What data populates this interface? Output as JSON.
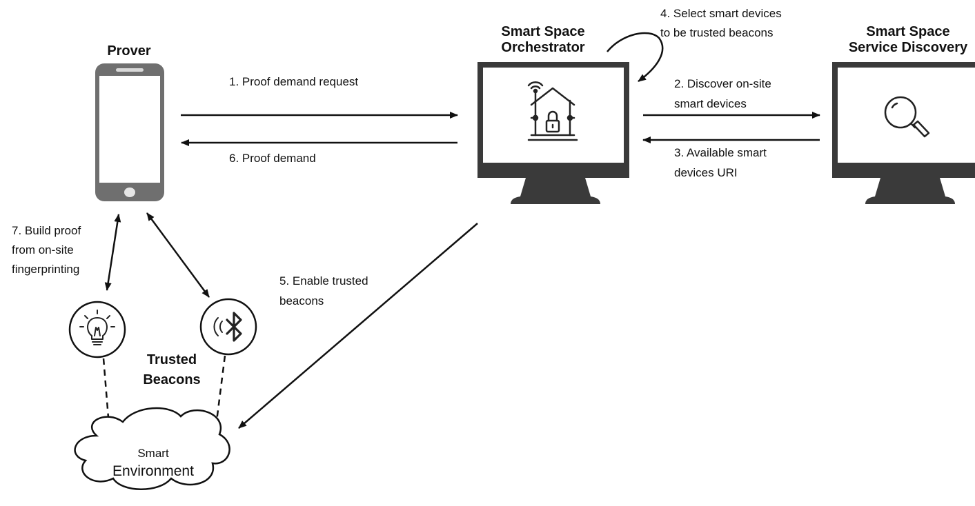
{
  "nodes": {
    "prover": {
      "title": "Prover"
    },
    "orchestrator": {
      "title_line1": "Smart Space",
      "title_line2": "Orchestrator"
    },
    "discovery": {
      "title_line1": "Smart Space",
      "title_line2": "Service Discovery"
    },
    "beacons": {
      "title_line1": "Trusted",
      "title_line2": "Beacons"
    },
    "environment": {
      "line1": "Smart",
      "line2": "Environment"
    }
  },
  "steps": {
    "s1": {
      "line1": "1. Proof demand request"
    },
    "s2": {
      "line1": "2. Discover on-site",
      "line2": "smart devices"
    },
    "s3": {
      "line1": "3. Available smart",
      "line2": "devices URI"
    },
    "s4": {
      "line1": "4. Select smart devices",
      "line2": "to be trusted beacons"
    },
    "s5": {
      "line1": "5. Enable trusted",
      "line2": "beacons"
    },
    "s6": {
      "line1": "6. Proof demand"
    },
    "s7": {
      "line1": "7. Build proof",
      "line2": "from on-site",
      "line3": "fingerprinting"
    }
  },
  "icons": {
    "phone": "smartphone-icon",
    "orchestrator_screen": "smart-home-lock-icon",
    "discovery_screen": "magnifier-icon",
    "bulb": "lightbulb-icon",
    "bluetooth": "bluetooth-signal-icon",
    "cloud": "cloud-icon"
  },
  "colors": {
    "device_dark": "#3a3a3a",
    "phone_gray": "#6f6f6f",
    "line": "#111111"
  }
}
